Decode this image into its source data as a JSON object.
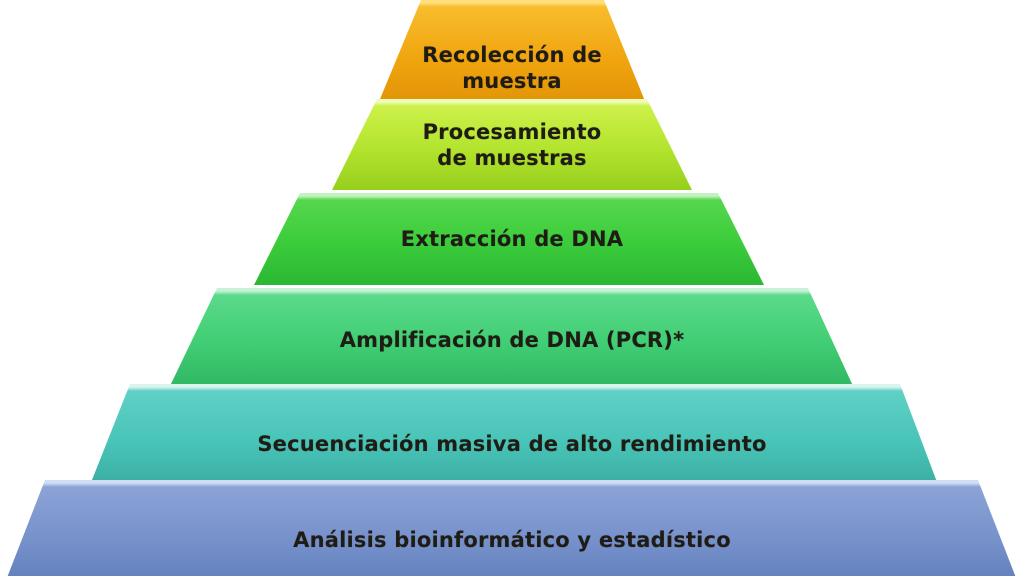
{
  "diagram": {
    "type": "pyramid",
    "orientation": "apex-top",
    "background": "#ffffff",
    "text_color": "#1f1c15",
    "levels": [
      {
        "label": "Recolección de muestra",
        "lines": [
          "Recolección de",
          "muestra"
        ],
        "colors": {
          "highlight": "#ffdf7a",
          "top": "#f8bc2c",
          "mid": "#efa30d",
          "bottom": "#dd8f06"
        }
      },
      {
        "label": "Procesamiento de muestras",
        "lines": [
          "Procesamiento",
          "de muestras"
        ],
        "colors": {
          "highlight": "#edfcb8",
          "top": "#cdf14a",
          "mid": "#b3e42e",
          "bottom": "#97cf1d"
        }
      },
      {
        "label": "Extracción de DNA",
        "lines": [
          "Extracción de DNA",
          ""
        ],
        "colors": {
          "highlight": "#c5f2c2",
          "top": "#55d74d",
          "mid": "#3bcc3b",
          "bottom": "#2bb733"
        }
      },
      {
        "label": "Amplificación de DNA (PCR)*",
        "lines": [
          "Amplificación de DNA (PCR)*",
          ""
        ],
        "colors": {
          "highlight": "#c8f2d8",
          "top": "#5bda8a",
          "mid": "#41ce74",
          "bottom": "#30b862"
        }
      },
      {
        "label": "Secuenciación masiva de alto rendimiento",
        "lines": [
          "Secuenciación masiva de alto rendimiento",
          ""
        ],
        "colors": {
          "highlight": "#dcf4f0",
          "top": "#5fd0c6",
          "mid": "#49c4b8",
          "bottom": "#3aaba0"
        }
      },
      {
        "label": "Análisis bioinformático y estadístico",
        "lines": [
          "Análisis bioinformático y estadístico",
          ""
        ],
        "colors": {
          "highlight": "#cfdef2",
          "top": "#8ba3d6",
          "mid": "#7791cb",
          "bottom": "#5f7eba"
        }
      }
    ]
  }
}
